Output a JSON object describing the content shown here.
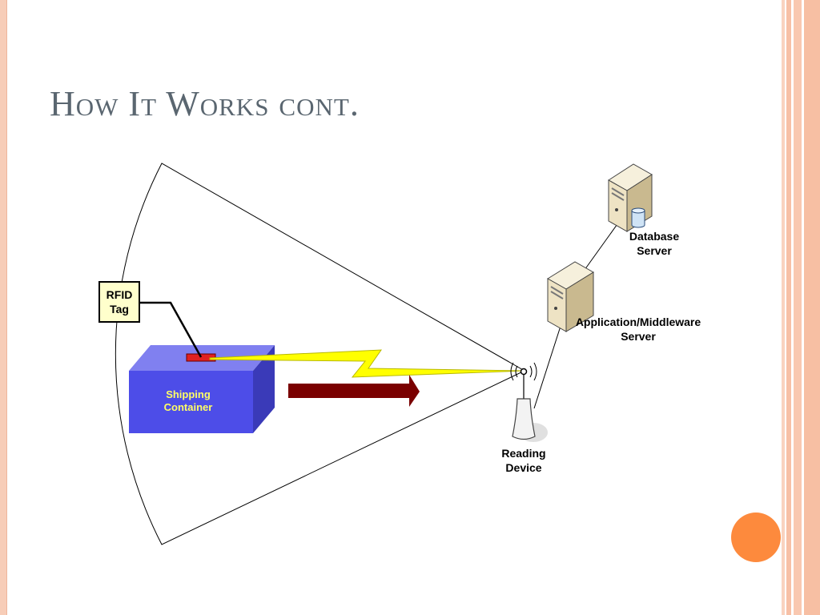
{
  "slide": {
    "title": "How It Works cont."
  },
  "diagram": {
    "rfid_tag_line1": "RFID",
    "rfid_tag_line2": "Tag",
    "container_line1": "Shipping",
    "container_line2": "Container",
    "reader_line1": "Reading",
    "reader_line2": "Device",
    "app_server_line1": "Application/Middleware",
    "app_server_line2": "Server",
    "db_server_line1": "Database",
    "db_server_line2": "Server"
  },
  "colors": {
    "accent": "#fd8a3d",
    "container_front": "#4d4de8",
    "container_top": "#8080f0",
    "container_side": "#3a3ab8",
    "arrow": "#7a0000",
    "signal": "#ffff00",
    "tag": "#e02020"
  },
  "icons": [
    "server-icon",
    "database-icon",
    "antenna-icon",
    "arrow-icon"
  ]
}
